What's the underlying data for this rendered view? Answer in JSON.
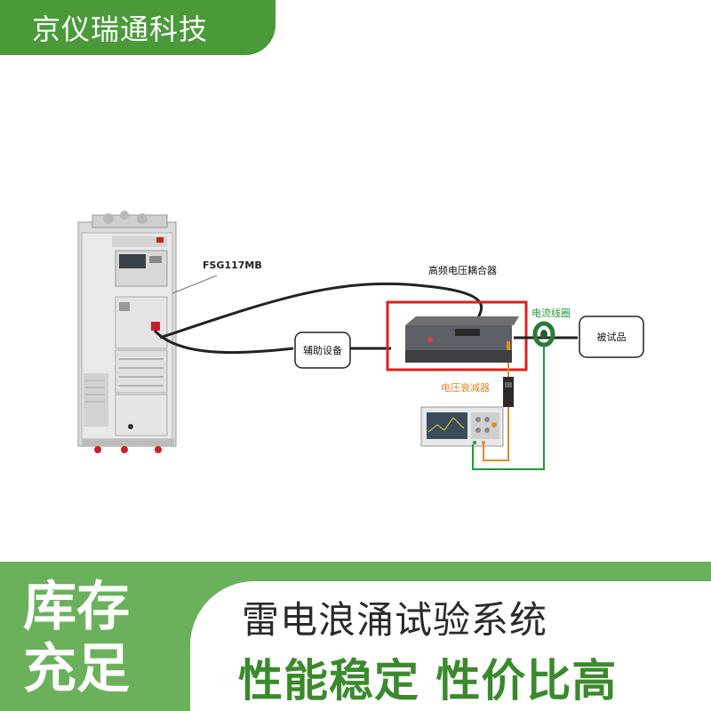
{
  "brand": "京仪瑞通科技",
  "diagram": {
    "generator_model": "FSG117MB",
    "coupler_label": "高频电压耦合器",
    "aux_device": "辅助设备",
    "current_coil": "电流线圈",
    "eut": "被试品",
    "attenuator": "电压衰减器"
  },
  "banner": {
    "stock_line1": "库存",
    "stock_line2": "充足",
    "title": "雷电浪涌试验系统",
    "subtitle": "性能稳定 性价比高"
  },
  "colors": {
    "brand_green": "#4a9a3a",
    "banner_green": "#6bb15c",
    "highlight_red": "#e0201a",
    "coil_green": "#1f9a3a",
    "probe_orange": "#e08a2a"
  }
}
